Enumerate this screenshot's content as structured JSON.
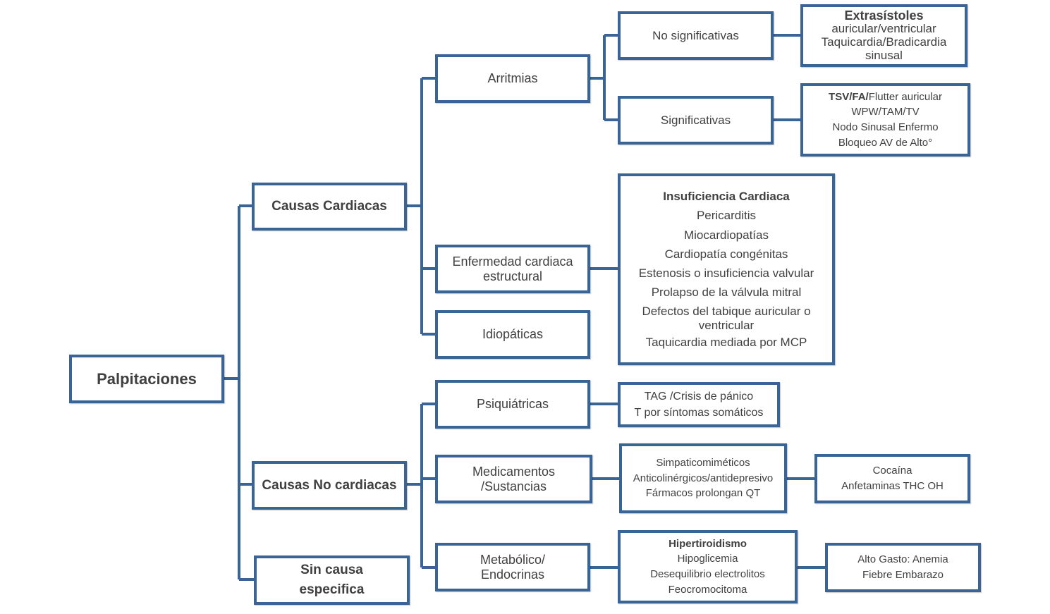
{
  "colors": {
    "border": "#3b6496",
    "connector": "#3b6496",
    "text": "#404040",
    "background": "#ffffff"
  },
  "root": {
    "label": "Palpitaciones"
  },
  "level1": {
    "cardiac": "Causas Cardiacas",
    "non_cardiac": "Causas No cardiacas",
    "no_cause": [
      "Sin causa",
      "especifica"
    ]
  },
  "cardiac": {
    "arrhythmias": "Arritmias",
    "structural": [
      "Enfermedad cardiaca",
      "estructural"
    ],
    "idiopathic": "Idiopáticas",
    "non_significant": "No significativas",
    "significant": "Significativas",
    "non_significant_list": {
      "title": "Extrasístoles",
      "lines": [
        "auricular/ventricular",
        "Taquicardia/Bradicardia",
        "sinusal"
      ]
    },
    "significant_list": {
      "first_bold": "TSV/FA/",
      "first_rest": "Flutter auricular",
      "lines": [
        "WPW/TAM/TV",
        "Nodo Sinusal Enfermo",
        "Bloqueo AV de Alto°"
      ]
    },
    "structural_list": {
      "title": "Insuficiencia Cardiaca",
      "lines": [
        "Pericarditis",
        "Miocardiopatías",
        "Cardiopatía congénitas",
        "Estenosis o insuficiencia valvular",
        "Prolapso de la válvula  mitral",
        "Defectos del tabique auricular  o",
        "ventricular",
        "Taquicardia mediada por MCP"
      ]
    }
  },
  "non_cardiac": {
    "psychiatric": "Psiquiátricas",
    "drugs": [
      "Medicamentos",
      "/Sustancias"
    ],
    "metabolic": [
      "Metabólico/",
      "Endocrinas"
    ],
    "psychiatric_list": [
      "TAG  /Crisis de pánico",
      "T por síntomas  somáticos"
    ],
    "drugs_list": [
      "Simpaticomiméticos",
      "Anticolinérgicos/antidepresivo",
      "Fármacos prolongan  QT"
    ],
    "substances_list": [
      "Cocaína",
      "Anfetaminas THC  OH"
    ],
    "metabolic_list": {
      "title": "Hipertiroidismo",
      "lines": [
        "Hipoglicemia",
        "Desequilibrio electrolitos",
        "Feocromocitoma"
      ]
    },
    "high_output_list": [
      "Alto Gasto:  Anemia",
      "Fiebre Embarazo"
    ]
  }
}
